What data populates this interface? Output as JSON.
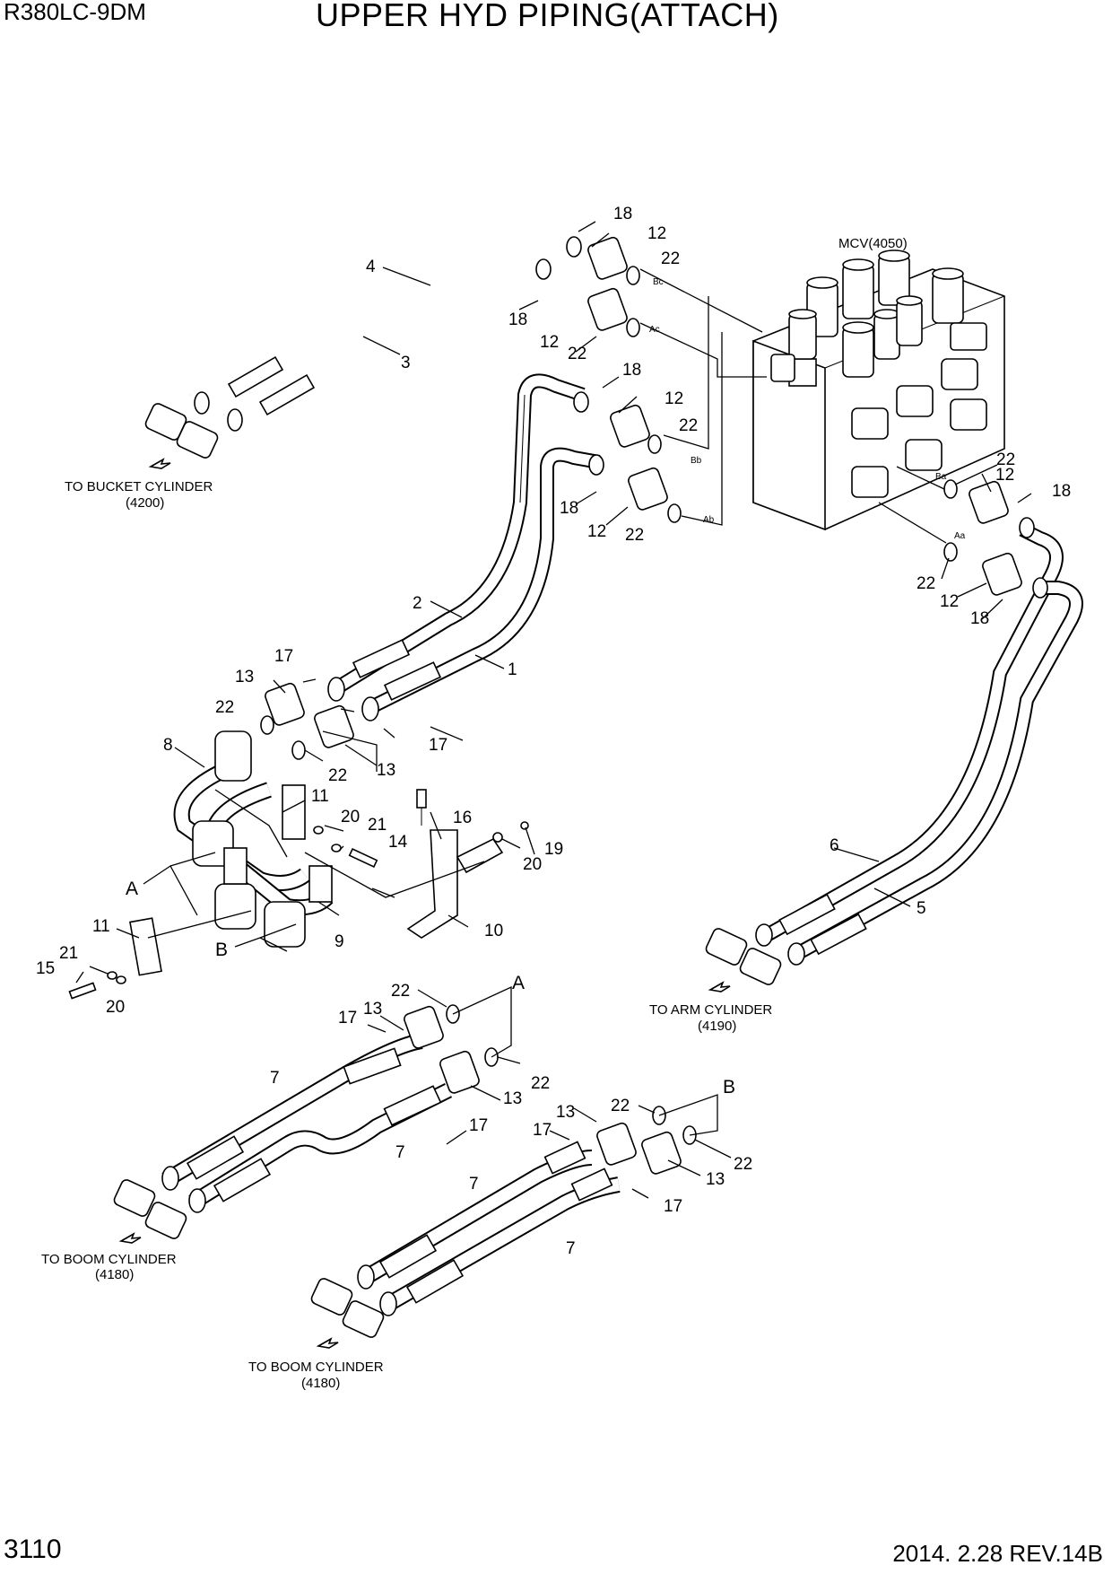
{
  "header": {
    "model": "R380LC-9DM",
    "title": "UPPER HYD PIPING(ATTACH)"
  },
  "footer": {
    "page_number": "3110",
    "date_revision": "2014. 2.28  REV.14B"
  },
  "diagram": {
    "mcv_label": "MCV(4050)",
    "destinations": {
      "bucket": [
        "TO BUCKET CYLINDER",
        "(4200)"
      ],
      "arm": [
        "TO ARM CYLINDER",
        "(4190)"
      ],
      "boom_upper": [
        "TO BOOM CYLINDER",
        "(4180)"
      ],
      "boom_lower": [
        "TO BOOM CYLINDER",
        "(4180)"
      ]
    },
    "ports": [
      "Bc",
      "Ac",
      "Bb",
      "Ab",
      "Ba",
      "Aa"
    ],
    "callouts": {
      "c1": "1",
      "c2": "2",
      "c3": "3",
      "c4": "4",
      "c5": "5",
      "c6": "6",
      "c7": "7",
      "c8": "8",
      "c9": "9",
      "c10": "10",
      "c11": "11",
      "c12": "12",
      "c13": "13",
      "c14": "14",
      "c15": "15",
      "c16": "16",
      "c17": "17",
      "c18": "18",
      "c19": "19",
      "c20": "20",
      "c21": "21",
      "c22": "22",
      "A": "A",
      "B": "B"
    }
  }
}
